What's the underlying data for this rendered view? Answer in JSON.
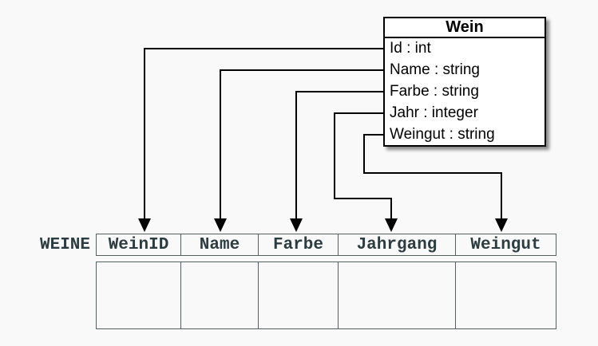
{
  "class_box": {
    "title": "Wein",
    "attributes": [
      "Id : int",
      "Name : string",
      "Farbe : string",
      "Jahr : integer",
      "Weingut : string"
    ]
  },
  "table": {
    "name": "WEINE",
    "columns": [
      "WeinID",
      "Name",
      "Farbe",
      "Jahrgang",
      "Weingut"
    ],
    "body_cells": [
      "",
      "",
      "",
      "",
      ""
    ]
  },
  "mappings": [
    {
      "attribute": "Id",
      "column": "WeinID"
    },
    {
      "attribute": "Name",
      "column": "Name"
    },
    {
      "attribute": "Farbe",
      "column": "Farbe"
    },
    {
      "attribute": "Jahr",
      "column": "Jahrgang"
    },
    {
      "attribute": "Weingut",
      "column": "Weingut"
    }
  ],
  "colors": {
    "background": "#f9f9f9",
    "class_box_fill": "#ffffff",
    "class_box_border": "#000000",
    "connector": "#000000",
    "table_border": "#566060",
    "table_text": "#2d3c40"
  }
}
